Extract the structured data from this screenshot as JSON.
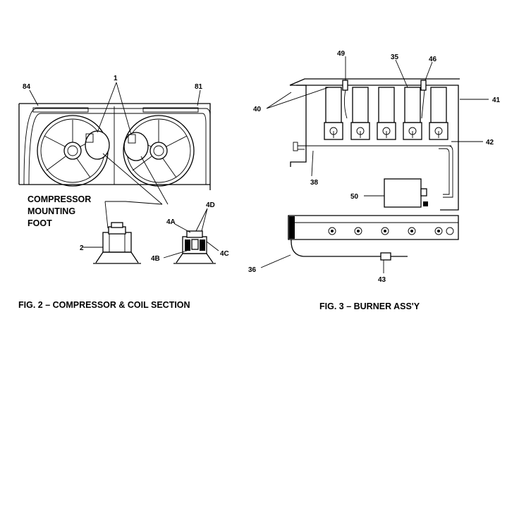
{
  "fig2": {
    "caption": "FIG. 2 – COMPRESSOR & COIL SECTION",
    "foot_label_lines": [
      "COMPRESSOR",
      "MOUNTING",
      "FOOT"
    ],
    "callouts": {
      "c1": "1",
      "c84": "84",
      "c81": "81",
      "c2": "2",
      "c4a": "4A",
      "c4b": "4B",
      "c4c": "4C",
      "c4d": "4D"
    }
  },
  "fig3": {
    "caption": "FIG. 3 – BURNER ASS'Y",
    "callouts": {
      "c49": "49",
      "c35": "35",
      "c46": "46",
      "c40": "40",
      "c41": "41",
      "c42": "42",
      "c38": "38",
      "c50": "50",
      "c36": "36",
      "c43": "43"
    }
  }
}
